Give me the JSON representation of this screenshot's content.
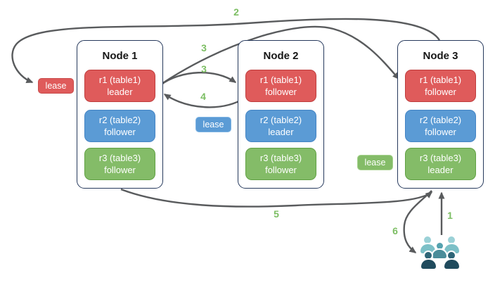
{
  "nodes": [
    {
      "title": "Node 1",
      "replicas": [
        {
          "name": "r1 (table1)",
          "role": "leader",
          "color": "#df5b5b"
        },
        {
          "name": "r2 (table2)",
          "role": "follower",
          "color": "#5b9bd5"
        },
        {
          "name": "r3 (table3)",
          "role": "follower",
          "color": "#84bc68"
        }
      ]
    },
    {
      "title": "Node 2",
      "replicas": [
        {
          "name": "r1 (table1)",
          "role": "follower",
          "color": "#df5b5b"
        },
        {
          "name": "r2 (table2)",
          "role": "leader",
          "color": "#5b9bd5"
        },
        {
          "name": "r3 (table3)",
          "role": "follower",
          "color": "#84bc68"
        }
      ]
    },
    {
      "title": "Node 3",
      "replicas": [
        {
          "name": "r1 (table1)",
          "role": "follower",
          "color": "#df5b5b"
        },
        {
          "name": "r2 (table2)",
          "role": "follower",
          "color": "#5b9bd5"
        },
        {
          "name": "r3 (table3)",
          "role": "leader",
          "color": "#84bc68"
        }
      ]
    }
  ],
  "leases": [
    {
      "label": "lease",
      "color": "#df5b5b"
    },
    {
      "label": "lease",
      "color": "#5b9bd5"
    },
    {
      "label": "lease",
      "color": "#84bc68"
    }
  ],
  "steps": {
    "one": "1",
    "two": "2",
    "three_a": "3",
    "three_b": "3",
    "four": "4",
    "five": "5",
    "six": "6"
  },
  "icons": {
    "clients": "users-group-icon"
  },
  "colors": {
    "replica_red": "#df5b5b",
    "replica_blue": "#5b9bd5",
    "replica_green": "#84bc68",
    "node_border": "#26395c",
    "arrow_gray": "#595b5d",
    "step_label_green": "#7cbe63",
    "people_light": "#7cc0c7",
    "people_teal": "#4a8c99",
    "people_dark": "#204b5d"
  }
}
